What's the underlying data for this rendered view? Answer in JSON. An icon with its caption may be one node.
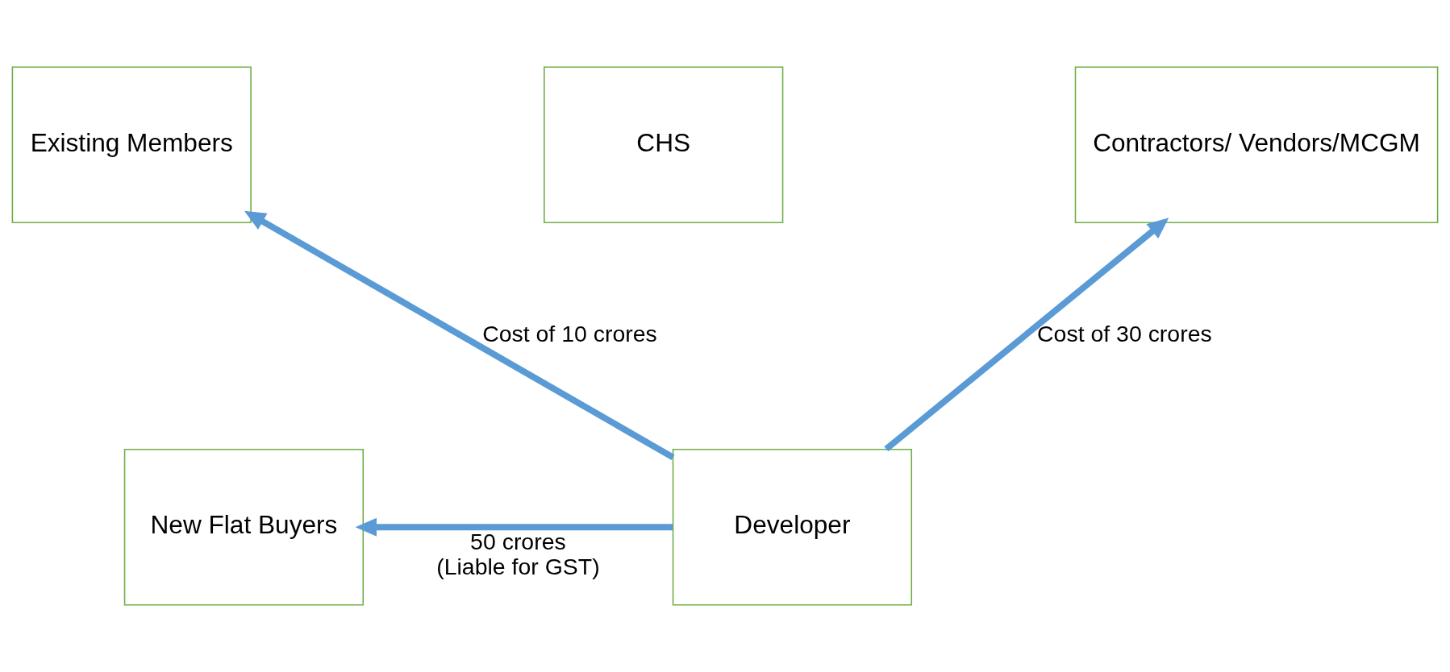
{
  "diagram": {
    "nodes": [
      {
        "text": [
          "Existing Members"
        ]
      },
      {
        "text": [
          "CHS"
        ]
      },
      {
        "text": [
          "Contractors/ Vendors/MCGM"
        ]
      },
      {
        "text": [
          "New Flat Buyers"
        ]
      },
      {
        "text": [
          "Developer"
        ]
      }
    ],
    "edges": [
      {
        "from": 4,
        "to": 0,
        "arrow": "to",
        "label": "Cost of 10 crores"
      },
      {
        "from": 4,
        "to": 2,
        "arrow": "to",
        "label": "Cost of 30 crores"
      },
      {
        "from": 4,
        "to": 3,
        "arrow": "to",
        "label": "50 crores (Liable for GST)"
      }
    ]
  }
}
